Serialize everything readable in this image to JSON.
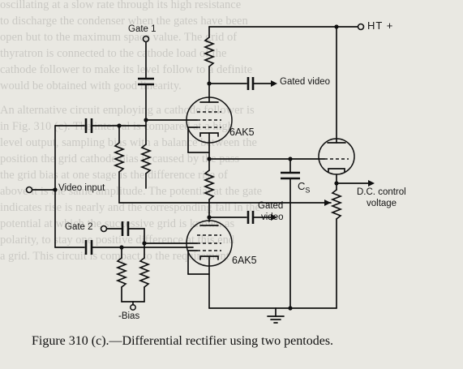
{
  "background_text": [
    "oscillating at a slow rate through its high resistance",
    "to discharge the condenser when the gates have been",
    "open but to the maximum space value. The grid of",
    "thyratron is connected to the cathode load of the",
    "cathode follower to make its level follow to a definite",
    "would be obtained with good linearity.",
    "An alternative circuit employing a cathode follower is",
    "in Fig. 310 (c). The interval is compared at a high",
    "level output, sampling bias with a balance between the",
    "position the grid cathode bias is caused by the pass",
    "the grid bias at one stage is the difference rise of",
    "above it is the same amplitude. The potential at the gate",
    "indicates rise is nearly and the corresponding fall in the",
    "potential at which the successive grid is known as",
    "polarity, to stay one positive difference at this end",
    "a grid. This circuit is compact to the requirement"
  ],
  "labels": {
    "gate1": "Gate 1",
    "ht": "HT +",
    "gated_video_top": "Gated video",
    "tube_upper": "6AK5",
    "tube_lower": "6AK5",
    "video_input": "Video input",
    "cs": "C",
    "cs_sub": "S",
    "dc_control": "D.C. control",
    "voltage": "voltage",
    "gate2": "Gate 2",
    "gated_lower": "Gated",
    "video_lower": "video",
    "bias": "-Bias"
  },
  "caption": "Figure 310 (c).—Differential rectifier using two pentodes."
}
